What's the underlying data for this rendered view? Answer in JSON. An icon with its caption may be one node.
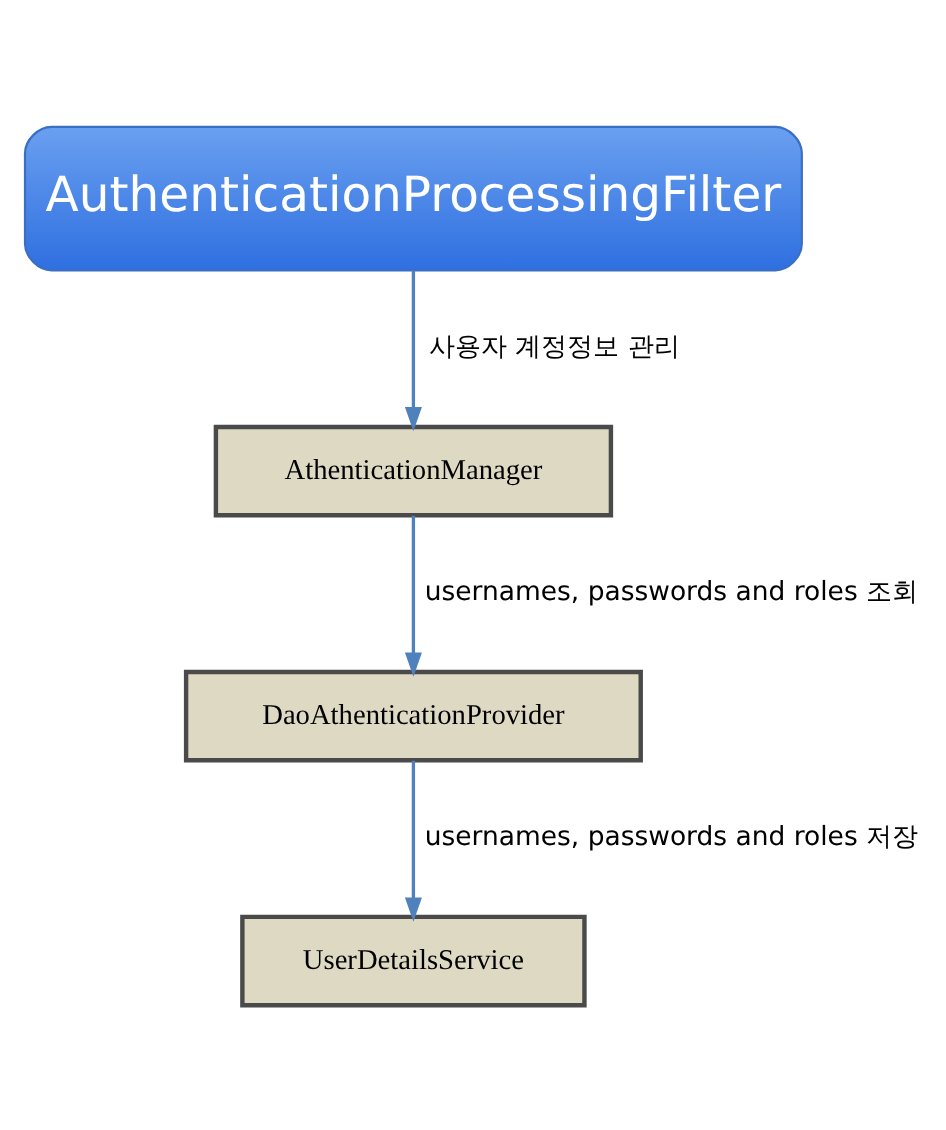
{
  "diagram": {
    "nodes": [
      {
        "text": [
          "AuthenticationProcessingFilter"
        ]
      },
      {
        "text": [
          "AthenticationManager"
        ]
      },
      {
        "text": [
          "DaoAthenticationProvider"
        ]
      },
      {
        "text": [
          "UserDetailsService"
        ]
      }
    ],
    "edges": [
      {
        "from": 0,
        "to": 1,
        "arrow": "to",
        "label": "사용자 계정정보 관리"
      },
      {
        "from": 1,
        "to": 2,
        "arrow": "to",
        "label": "usernames, passwords and roles 조회"
      },
      {
        "from": 2,
        "to": 3,
        "arrow": "to",
        "label": "usernames, passwords and roles 저장"
      }
    ]
  }
}
